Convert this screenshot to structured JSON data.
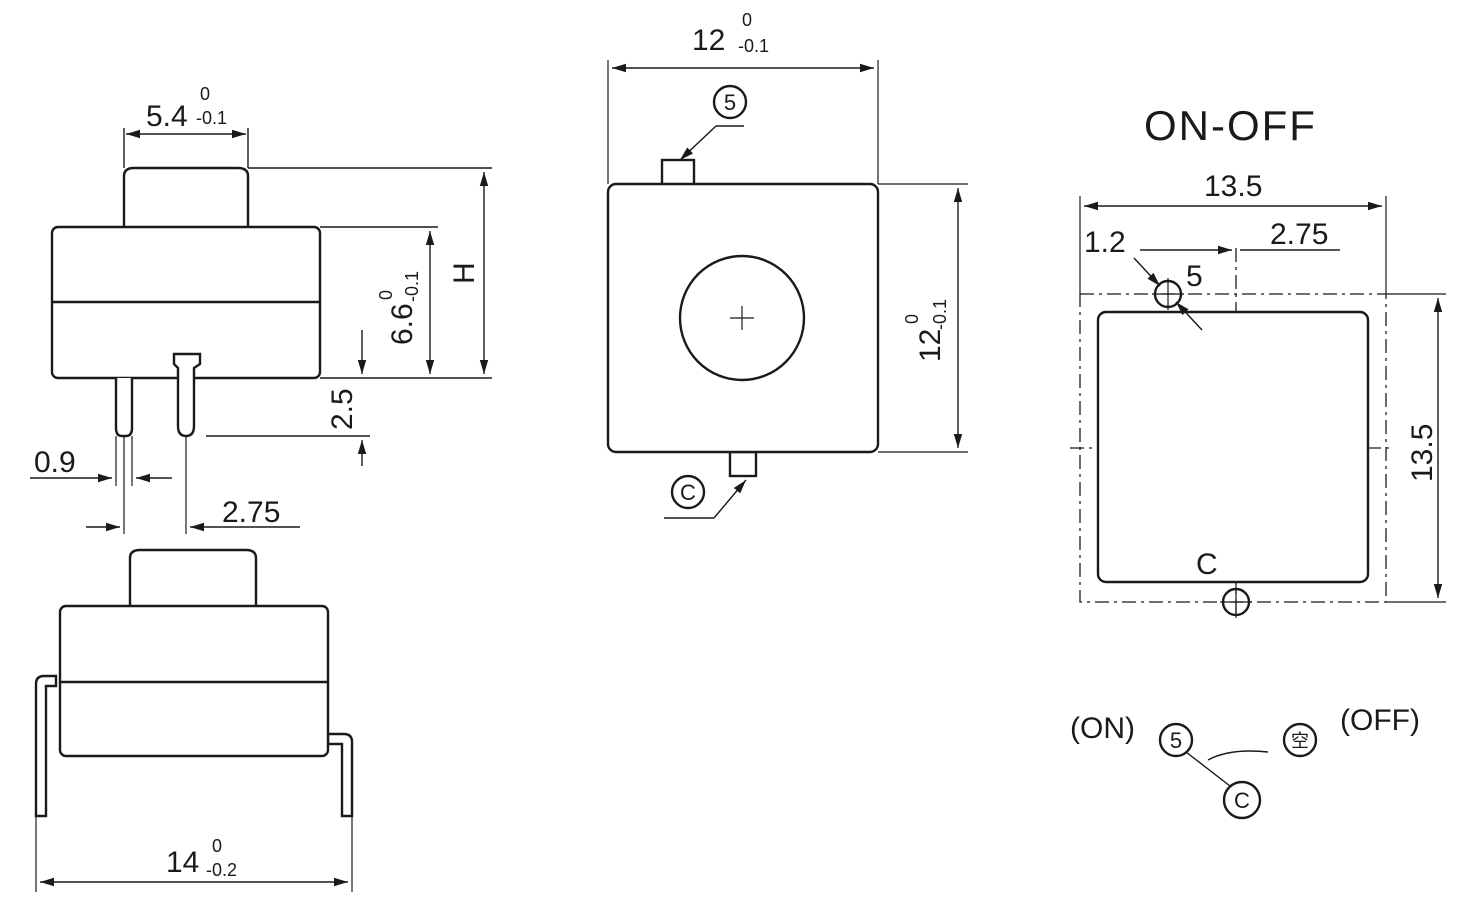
{
  "dims": {
    "top_width": {
      "main": "5.4",
      "sup": "0",
      "sub": "-0.1"
    },
    "body_height": {
      "main": "6.6",
      "sup": "0",
      "sub": "-0.1"
    },
    "total_height": "H",
    "pin_length": "2.5",
    "pin_width": "0.9",
    "pin_pitch_side": "2.75",
    "front_width": {
      "main": "14",
      "sup": "0",
      "sub": "-0.2"
    },
    "top_view_w": {
      "main": "12",
      "sup": "0",
      "sub": "-0.1"
    },
    "top_view_h": {
      "main": "12",
      "sup": "0",
      "sub": "-0.1"
    },
    "pcb_w": "13.5",
    "pcb_h": "13.5",
    "hole_offset": "1.2",
    "hole_pitch": "2.75"
  },
  "labels": {
    "mode_title": "ON-OFF",
    "pin_5_circled": "5",
    "pin_c_circled": "C",
    "pin_5": "5",
    "pin_c": "C",
    "on": "(ON)",
    "off": "(OFF)",
    "off_circled": "空"
  }
}
